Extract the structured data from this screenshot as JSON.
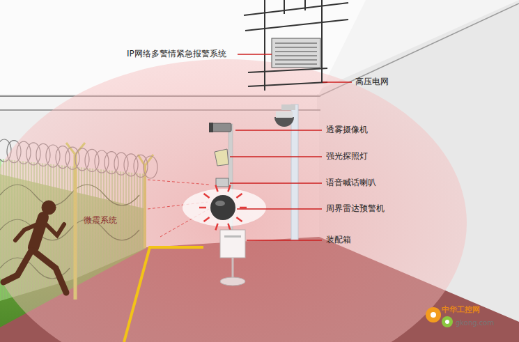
{
  "diagram": {
    "labels": [
      "IP网络多警情紧急报警系统",
      "高压电网",
      "透雾摄像机",
      "强光探照灯",
      "语音喊话喇叭",
      "周界雷达预警机",
      "装配箱",
      "微震系统",
      "中华工控网",
      "gkong.com"
    ]
  }
}
